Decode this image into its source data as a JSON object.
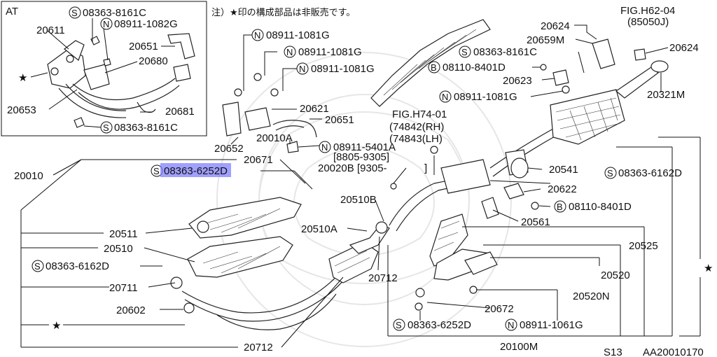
{
  "header": {
    "at_label": "AT",
    "note": "注）★印の構成部品は非販売です。",
    "fig_ref_top": "FIG.H62-04",
    "fig_ref_top_sub": "(85050J)",
    "fig_ref_mid": "FIG.H74-01",
    "fig_ref_mid_rh": "(74842(RH)",
    "fig_ref_mid_lh": "(74843(LH)"
  },
  "footer": {
    "model": "S13",
    "diagram_code": "AA20010170"
  },
  "callouts": {
    "at_bolt_top": "08363-8161C",
    "at_nut_top": "08911-1082G",
    "at_20611": "20611",
    "at_20651": "20651",
    "at_20680": "20680",
    "at_20653": "20653",
    "at_20681": "20681",
    "at_bolt_bottom": "08363-8161C",
    "nut_a": "08911-1081G",
    "nut_b": "08911-1081G",
    "nut_c": "08911-1081G",
    "p20621": "20621",
    "p20651": "20651",
    "p20010a": "20010A",
    "p20652": "20652",
    "nut_5401a": "08911-5401A",
    "range1": "[8805-9305]",
    "p20020b": "20020B",
    "range2": "[9305-",
    "range2_close": "]",
    "p20671": "20671",
    "bolt_6252_top": "08363-6252D",
    "p20010": "20010",
    "p20510b": "20510B",
    "p20511": "20511",
    "p20510a": "20510A",
    "p20510": "20510",
    "bolt_6162_left": "08363-6162D",
    "p20711": "20711",
    "p20712_mid": "20712",
    "p20602": "20602",
    "p20712_bottom": "20712",
    "p20624_top": "20624",
    "p20659m": "20659M",
    "p20624_right": "20624",
    "bolt_8161_right": "08363-8161C",
    "bolt_8401_top": "08110-8401D",
    "p20623": "20623",
    "p20321m": "20321M",
    "nut_1081_right": "08911-1081G",
    "p20541": "20541",
    "bolt_6162_right": "08363-6162D",
    "p20622": "20622",
    "bolt_8401_bottom": "08110-8401D",
    "p20561": "20561",
    "p20525": "20525",
    "p20520": "20520",
    "p20520n": "20520N",
    "p20672": "20672",
    "bolt_6252_bottom": "08363-6252D",
    "nut_1061g": "08911-1061G",
    "p20100m": "20100M"
  }
}
